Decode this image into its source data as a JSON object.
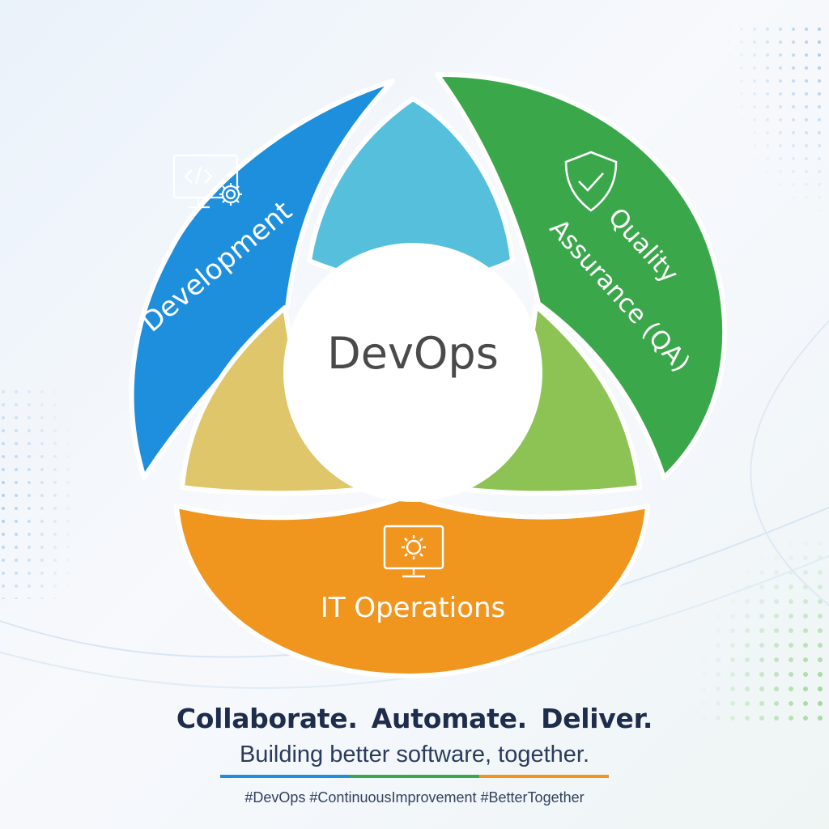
{
  "diagram": {
    "center_label": "DevOps",
    "segments": [
      {
        "id": "development",
        "label": "Development",
        "icon": "code-monitor-gear-icon",
        "color": "#1e8fdc"
      },
      {
        "id": "qa",
        "label_line1": "Quality",
        "label_line2": "Assurance (QA)",
        "icon": "shield-check-icon",
        "color": "#3aa84a"
      },
      {
        "id": "operations",
        "label": "IT Operations",
        "icon": "monitor-gear-icon",
        "color": "#f0961f"
      }
    ],
    "overlaps": {
      "dev_qa": "#56bfdb",
      "dev_ops": "#e0c66a",
      "qa_ops": "#8dc355"
    }
  },
  "footer": {
    "tagline": "Collaborate. Automate. Deliver.",
    "subtitle": "Building better software, together.",
    "hashtags": "#DevOps #ContinuousImprovement #BetterTogether",
    "bar_colors": [
      "#1e8fdc",
      "#3aa84a",
      "#f0961f"
    ]
  }
}
